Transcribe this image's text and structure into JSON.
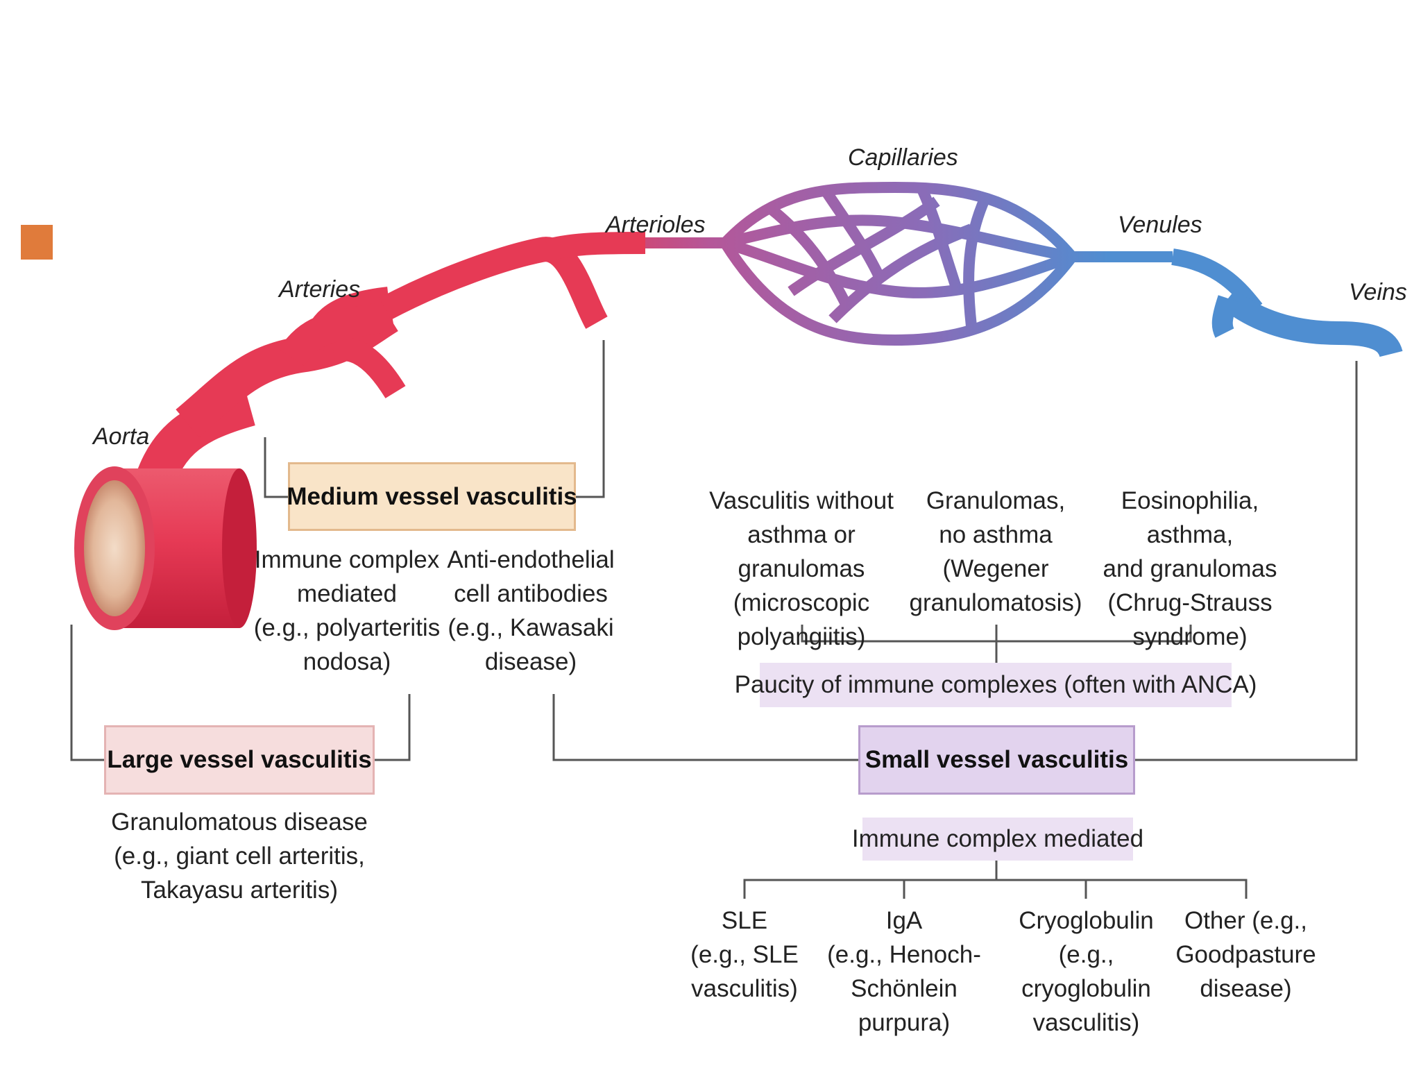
{
  "colors": {
    "bullet": "#e07b3b",
    "artery": "#e63a55",
    "capillary": "#a061a8",
    "vein": "#4f8ed1",
    "large_box": "#f6dddd",
    "medium_box": "#f9e4c8",
    "small_box": "#e2d3ee",
    "tag_fill": "#ece1f3"
  },
  "vessels": {
    "aorta": "Aorta",
    "arteries": "Arteries",
    "arterioles": "Arterioles",
    "capillaries": "Capillaries",
    "venules": "Venules",
    "veins": "Veins"
  },
  "large": {
    "title": "Large vessel vasculitis",
    "desc": "Granulomatous disease\n(e.g., giant cell arteritis,\nTakayasu arteritis)"
  },
  "medium": {
    "title": "Medium vessel vasculitis",
    "immune": "Immune complex\nmediated\n(e.g., polyarteritis\nnodosa)",
    "anti": "Anti-endothelial\ncell antibodies\n(e.g., Kawasaki\ndisease)"
  },
  "small": {
    "title": "Small vessel vasculitis",
    "paucity": "Paucity of immune complexes (often with ANCA)",
    "without": "Vasculitis without\nasthma or granulomas\n(microscopic\npolyangiitis)",
    "granulomas": "Granulomas,\nno asthma\n(Wegener\ngranulomatosis)",
    "eosinophilia": "Eosinophilia, asthma,\nand granulomas\n(Chrug-Strauss\nsyndrome)",
    "immune_mediated": "Immune complex mediated",
    "sle": "SLE\n(e.g., SLE\nvasculitis)",
    "iga": "IgA\n(e.g., Henoch-\nSchönlein purpura)",
    "cryo": "Cryoglobulin\n(e.g., cryoglobulin\nvasculitis)",
    "other": "Other (e.g.,\nGoodpasture\ndisease)"
  }
}
